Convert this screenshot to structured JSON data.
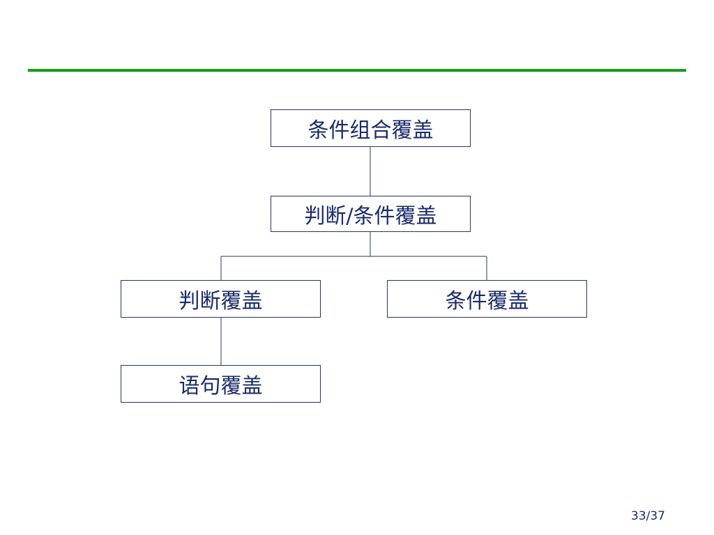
{
  "diagram": {
    "nodes": {
      "multiple_condition_coverage": "条件组合覆盖",
      "decision_condition_coverage": "判断/条件覆盖",
      "decision_coverage": "判断覆盖",
      "condition_coverage": "条件覆盖",
      "statement_coverage": "语句覆盖"
    },
    "edges": [
      [
        "multiple_condition_coverage",
        "decision_condition_coverage"
      ],
      [
        "decision_condition_coverage",
        "decision_coverage"
      ],
      [
        "decision_condition_coverage",
        "condition_coverage"
      ],
      [
        "decision_coverage",
        "statement_coverage"
      ]
    ]
  },
  "footer": {
    "page_number": "33/37"
  },
  "colors": {
    "accent_rule": "#1a9a1a",
    "text": "#1a2a6c",
    "border": "#2a3360"
  }
}
